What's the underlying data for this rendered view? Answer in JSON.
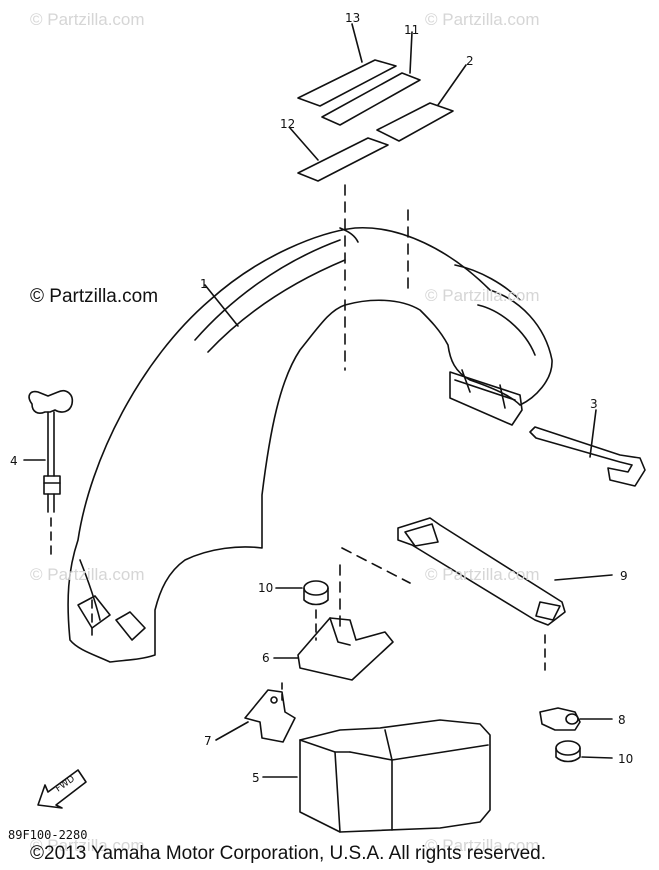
{
  "watermarks": {
    "text": "© Partzilla.com",
    "main": "© Partzilla.com"
  },
  "callouts": [
    "1",
    "2",
    "3",
    "4",
    "5",
    "6",
    "7",
    "8",
    "9",
    "10",
    "10",
    "11",
    "12",
    "13"
  ],
  "fwd_label": "FWD",
  "diagram_code": "89F100-2280",
  "copyright": "©2013 Yamaha Motor Corporation, U.S.A. All rights reserved."
}
